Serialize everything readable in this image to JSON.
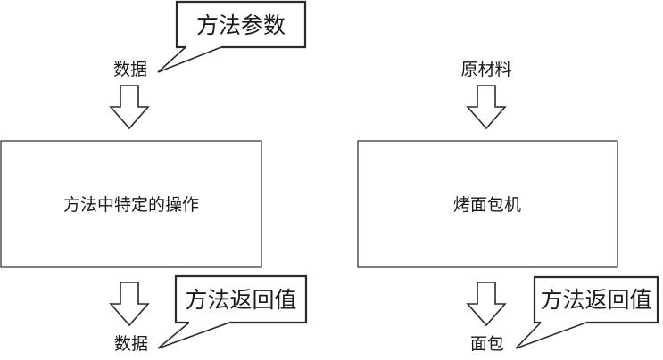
{
  "diagram": {
    "background_color": "#ffffff",
    "line_color": "#2a2a2a",
    "callouts": {
      "method_params": "方法参数",
      "method_return_left": "方法返回值",
      "method_return_right": "方法返回值"
    },
    "left_flow": {
      "input_label": "数据",
      "process_label": "方法中特定的操作",
      "output_label": "数据"
    },
    "right_flow": {
      "input_label": "原材料",
      "process_label": "烤面包机",
      "output_label": "面包"
    }
  }
}
